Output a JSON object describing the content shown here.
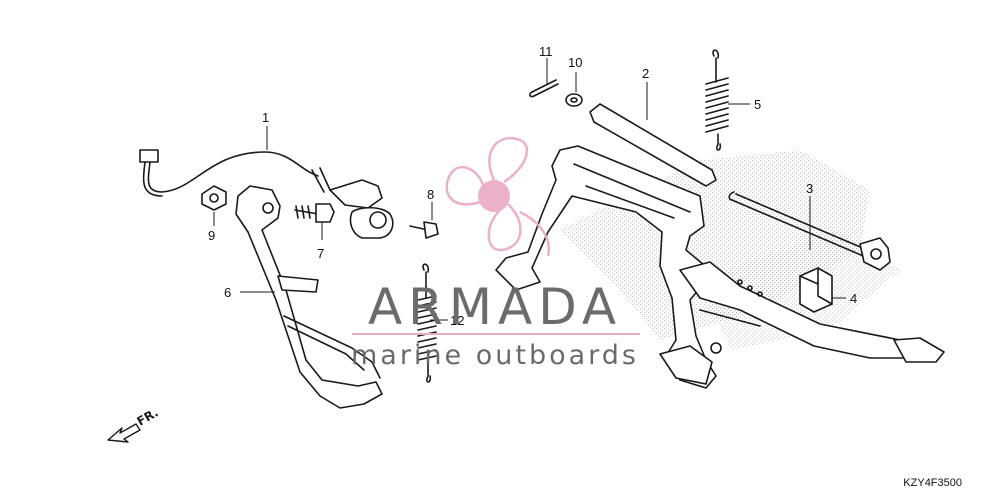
{
  "callouts": [
    {
      "id": "1",
      "label": "1"
    },
    {
      "id": "2",
      "label": "2"
    },
    {
      "id": "3",
      "label": "3"
    },
    {
      "id": "4",
      "label": "4"
    },
    {
      "id": "5",
      "label": "5"
    },
    {
      "id": "6",
      "label": "6"
    },
    {
      "id": "7",
      "label": "7"
    },
    {
      "id": "8",
      "label": "8"
    },
    {
      "id": "9",
      "label": "9"
    },
    {
      "id": "10",
      "label": "10"
    },
    {
      "id": "11",
      "label": "11"
    },
    {
      "id": "12",
      "label": "12"
    }
  ],
  "watermark": {
    "brand": "ARMADA",
    "tagline": "marine outboards",
    "logo_icon": "propeller-icon",
    "logo_color": "#e8a9c3",
    "text_color": "#6b6b6b"
  },
  "direction_marker": {
    "label": "FR.",
    "icon": "arrow-left-down-icon"
  },
  "diagram_code": "KZY4F3500",
  "colors": {
    "line": "#1a1a1a",
    "hatch": "#9a9a9a",
    "background": "#ffffff"
  }
}
